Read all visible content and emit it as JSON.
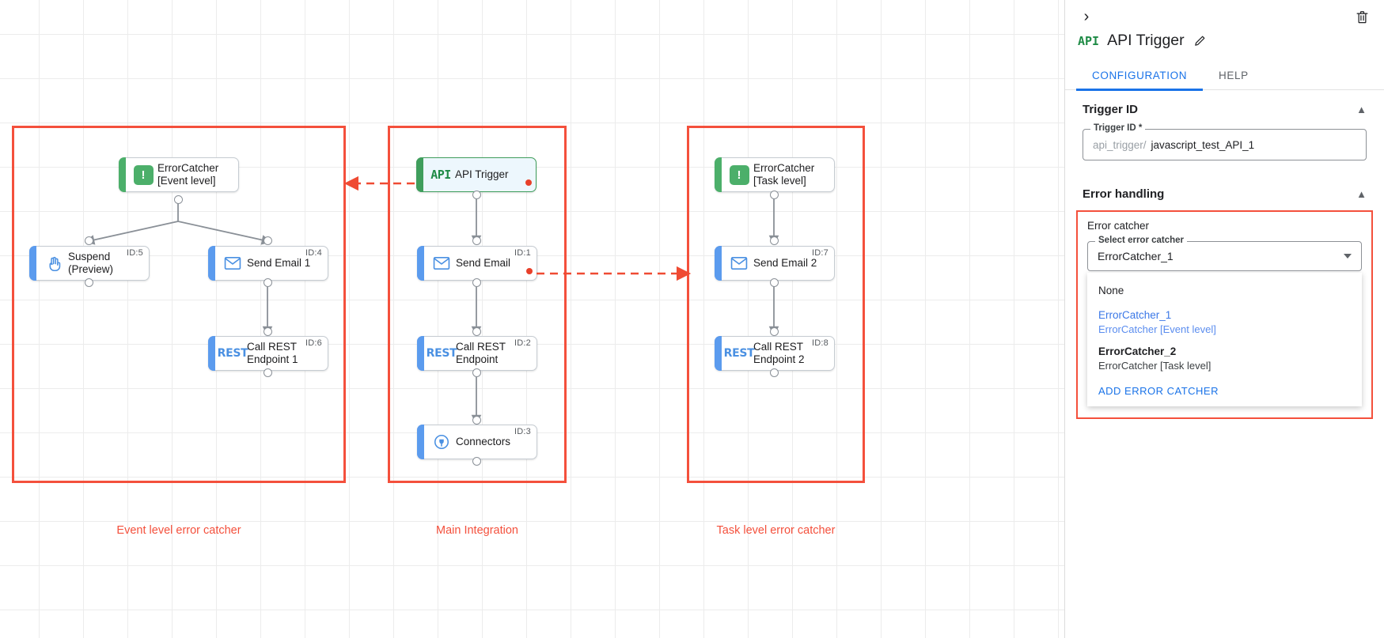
{
  "canvas": {
    "groups": [
      {
        "label": "Event level error catcher"
      },
      {
        "label": "Main Integration"
      },
      {
        "label": "Task level error catcher"
      }
    ],
    "nodes": {
      "err1": {
        "label": "ErrorCatcher\n[Event level]",
        "id": "",
        "icon": "error-catcher-icon"
      },
      "suspend": {
        "label": "Suspend\n(Preview)",
        "id": "ID:5",
        "icon": "hand-icon"
      },
      "email1": {
        "label": "Send Email 1",
        "id": "ID:4",
        "icon": "envelope-icon"
      },
      "rest1": {
        "label": "Call REST\nEndpoint 1",
        "id": "ID:6",
        "icon": "rest-icon"
      },
      "apitrigger": {
        "label": "API Trigger",
        "id": "",
        "icon": "api-icon"
      },
      "email": {
        "label": "Send Email",
        "id": "ID:1",
        "icon": "envelope-icon"
      },
      "rest": {
        "label": "Call REST\nEndpoint",
        "id": "ID:2",
        "icon": "rest-icon"
      },
      "connectors": {
        "label": "Connectors",
        "id": "ID:3",
        "icon": "connectors-icon"
      },
      "err2": {
        "label": "ErrorCatcher\n[Task level]",
        "id": "",
        "icon": "error-catcher-icon"
      },
      "email2": {
        "label": "Send Email 2",
        "id": "ID:7",
        "icon": "envelope-icon"
      },
      "rest2": {
        "label": "Call REST\nEndpoint 2",
        "id": "ID:8",
        "icon": "rest-icon"
      }
    }
  },
  "panel": {
    "collapse_icon": "chevron-right-icon",
    "delete_icon": "trash-icon",
    "title_icon": "api-icon",
    "title": "API Trigger",
    "edit_icon": "pencil-icon",
    "tabs": [
      {
        "label": "CONFIGURATION",
        "active": true
      },
      {
        "label": "HELP",
        "active": false
      }
    ],
    "trigger_id_section": {
      "heading": "Trigger ID",
      "chevron": "chevron-up-icon",
      "field_label": "Trigger ID *",
      "prefix": "api_trigger/",
      "value": "javascript_test_API_1"
    },
    "error_handling_section": {
      "heading": "Error handling",
      "chevron": "chevron-up-icon",
      "box_title": "Error catcher",
      "select_label": "Select error catcher",
      "selected_value": "ErrorCatcher_1",
      "options": [
        {
          "name": "None",
          "desc": "",
          "selected": false
        },
        {
          "name": "ErrorCatcher_1",
          "desc": "ErrorCatcher [Event level]",
          "selected": true
        },
        {
          "name": "ErrorCatcher_2",
          "desc": "ErrorCatcher [Task level]",
          "selected": false
        }
      ],
      "add_action": "ADD ERROR CATCHER"
    }
  },
  "colors": {
    "group_red": "#f4503c",
    "accent_blue": "#1a73e8",
    "trigger_green": "#3f9e5c",
    "task_blue": "#5b9bee"
  }
}
